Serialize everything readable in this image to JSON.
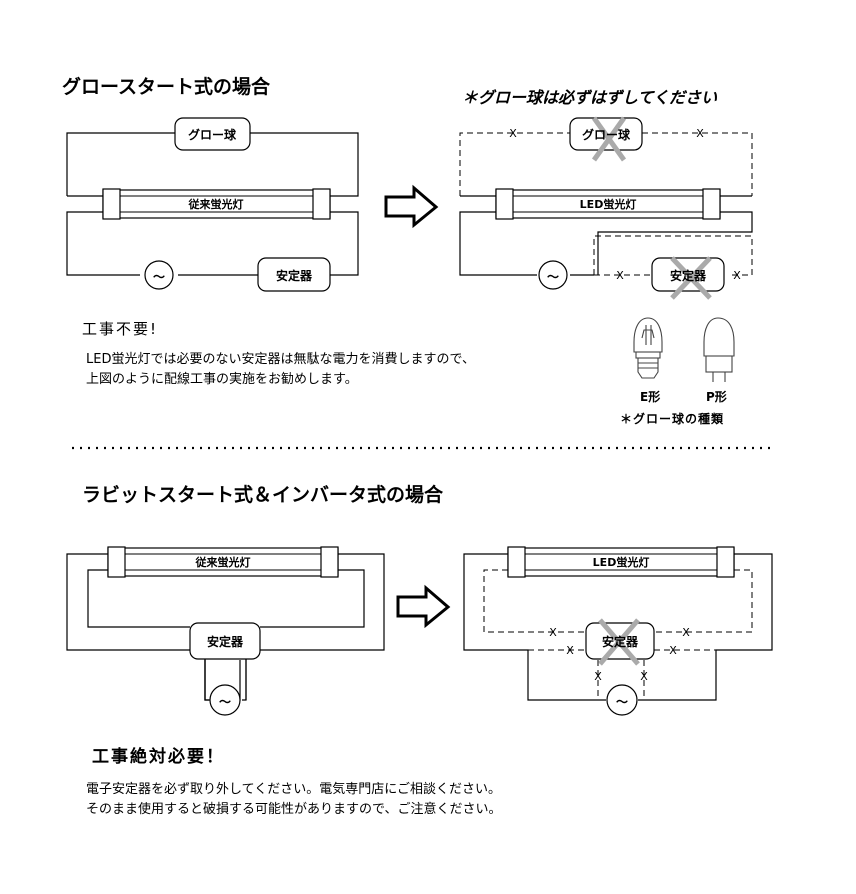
{
  "section1": {
    "title": "グロースタート式の場合",
    "right_note": "＊グロー球は必ずはずしてください",
    "left": {
      "starter": "グロー球",
      "tube": "従来蛍光灯",
      "ballast": "安定器",
      "ac": "～"
    },
    "right": {
      "starter": "グロー球",
      "tube": "LED蛍光灯",
      "ballast": "安定器",
      "ac": "～",
      "x": "X"
    },
    "work": "工事不要!",
    "desc_line1": "LED蛍光灯では必要のない安定器は無駄な電力を消費しますので、",
    "desc_line2": "上図のように配線工事の実施をお勧めします。",
    "bulb_e": "E形",
    "bulb_p": "P形",
    "bulb_caption": "＊グロー球の種類"
  },
  "section2": {
    "title": "ラビットスタート式＆インバータ式の場合",
    "left": {
      "tube": "従来蛍光灯",
      "ballast": "安定器",
      "ac": "～"
    },
    "right": {
      "tube": "LED蛍光灯",
      "ballast": "安定器",
      "ac": "～",
      "x": "X"
    },
    "work": "工事絶対必要！",
    "desc_line1": "電子安定器を必ず取り外してください。電気専門店にご相談ください。",
    "desc_line2": "そのまま使用すると破損する可能性がありますので、ご注意ください。"
  }
}
